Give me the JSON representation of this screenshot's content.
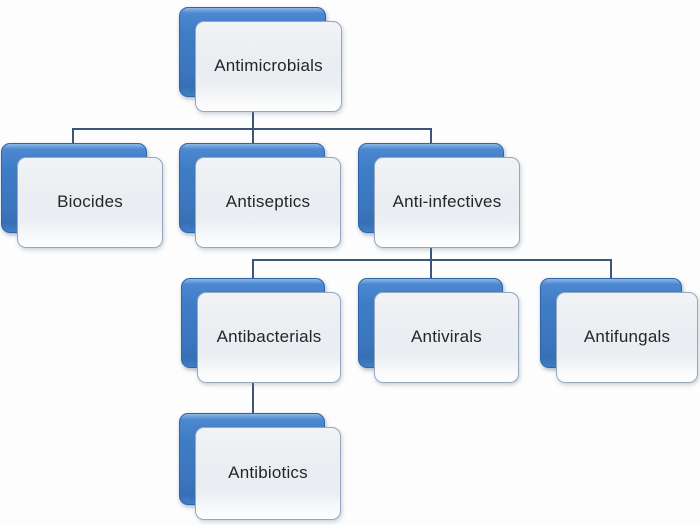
{
  "diagram": {
    "type": "hierarchy",
    "colors": {
      "node_back_fill": "#3E7CC6",
      "node_back_border": "#2F65A8",
      "node_front_fill": "#EDEFF3",
      "node_front_border": "#93A7BF",
      "connector": "#3A5876",
      "text": "#262626",
      "background": "#FDFDFD"
    },
    "nodes": [
      {
        "id": "antimicrobials",
        "label": "Antimicrobials",
        "parent": null
      },
      {
        "id": "biocides",
        "label": "Biocides",
        "parent": "antimicrobials"
      },
      {
        "id": "antiseptics",
        "label": "Antiseptics",
        "parent": "antimicrobials"
      },
      {
        "id": "anti-infectives",
        "label": "Anti-infectives",
        "parent": "antimicrobials"
      },
      {
        "id": "antibacterials",
        "label": "Antibacterials",
        "parent": "anti-infectives"
      },
      {
        "id": "antivirals",
        "label": "Antivirals",
        "parent": "anti-infectives"
      },
      {
        "id": "antifungals",
        "label": "Antifungals",
        "parent": "anti-infectives"
      },
      {
        "id": "antibiotics",
        "label": "Antibiotics",
        "parent": "antibacterials"
      }
    ],
    "edges": [
      {
        "from": "Antimicrobials",
        "to": "Biocides"
      },
      {
        "from": "Antimicrobials",
        "to": "Antiseptics"
      },
      {
        "from": "Antimicrobials",
        "to": "Anti-infectives"
      },
      {
        "from": "Anti-infectives",
        "to": "Antibacterials"
      },
      {
        "from": "Anti-infectives",
        "to": "Antivirals"
      },
      {
        "from": "Anti-infectives",
        "to": "Antifungals"
      },
      {
        "from": "Antibacterials",
        "to": "Antibiotics"
      }
    ]
  }
}
